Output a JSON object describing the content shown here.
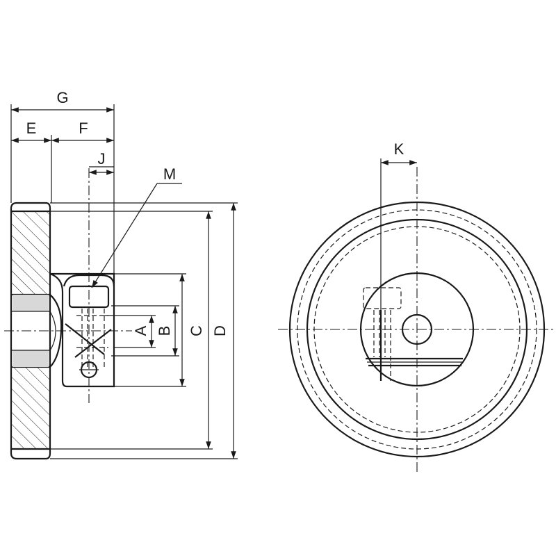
{
  "labels": {
    "G": "G",
    "E": "E",
    "F": "F",
    "J": "J",
    "M": "M",
    "A": "A",
    "B": "B",
    "C": "C",
    "D": "D",
    "K": "K"
  }
}
